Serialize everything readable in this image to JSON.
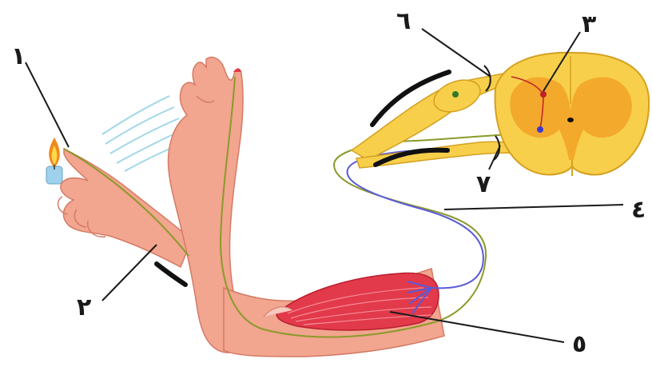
{
  "labels": {
    "l1": "١",
    "l2": "٢",
    "l3": "٣",
    "l4": "٤",
    "l5": "٥",
    "l6": "٦",
    "l7": "٧"
  },
  "colors": {
    "skin": "#f2a58f",
    "skin_shade": "#e08a76",
    "muscle": "#e23a4a",
    "nerve_sensory": "#8a9a2a",
    "nerve_motor": "#5a5ad8",
    "cord": "#f8cf4a",
    "cord_gray": "#f3a92c",
    "flame": "#f08a1c",
    "candle": "#9fd0ec",
    "leader": "#1a1a1a"
  }
}
